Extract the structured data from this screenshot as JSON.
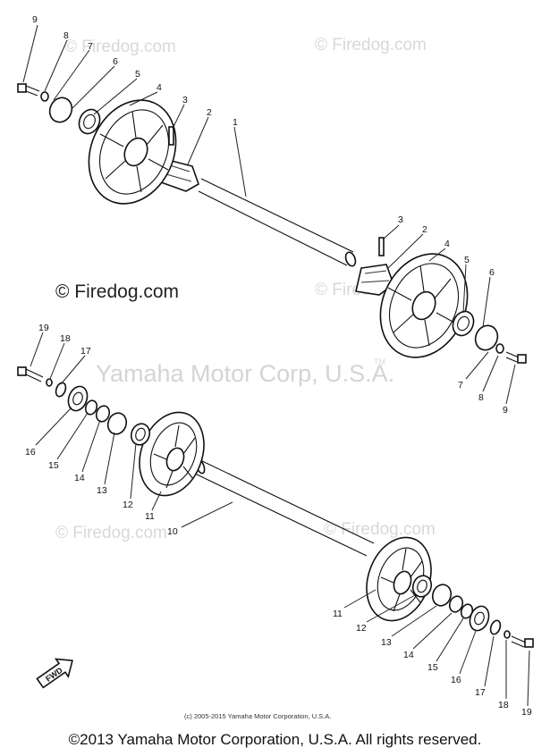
{
  "watermarks": {
    "firedog": "© Firedog.com",
    "yamaha": "Yamaha Motor Corp, U.S.A.",
    "trademark": "TM"
  },
  "upper_callouts": {
    "left": [
      "9",
      "8",
      "7",
      "6",
      "5",
      "4",
      "3",
      "2",
      "1"
    ],
    "right": [
      "3",
      "2",
      "4",
      "5",
      "6",
      "7",
      "8",
      "9"
    ]
  },
  "lower_callouts": {
    "left": [
      "19",
      "18",
      "17",
      "16",
      "15",
      "14",
      "13",
      "12",
      "11",
      "10"
    ],
    "right": [
      "11",
      "12",
      "13",
      "14",
      "15",
      "16",
      "17",
      "18",
      "19"
    ]
  },
  "direction_badge": "FWD",
  "footer": {
    "small": "(c) 2005-2015 Yamaha Motor Corporation, U.S.A.",
    "main": "©2013 Yamaha Motor Corporation, U.S.A. All rights reserved."
  }
}
